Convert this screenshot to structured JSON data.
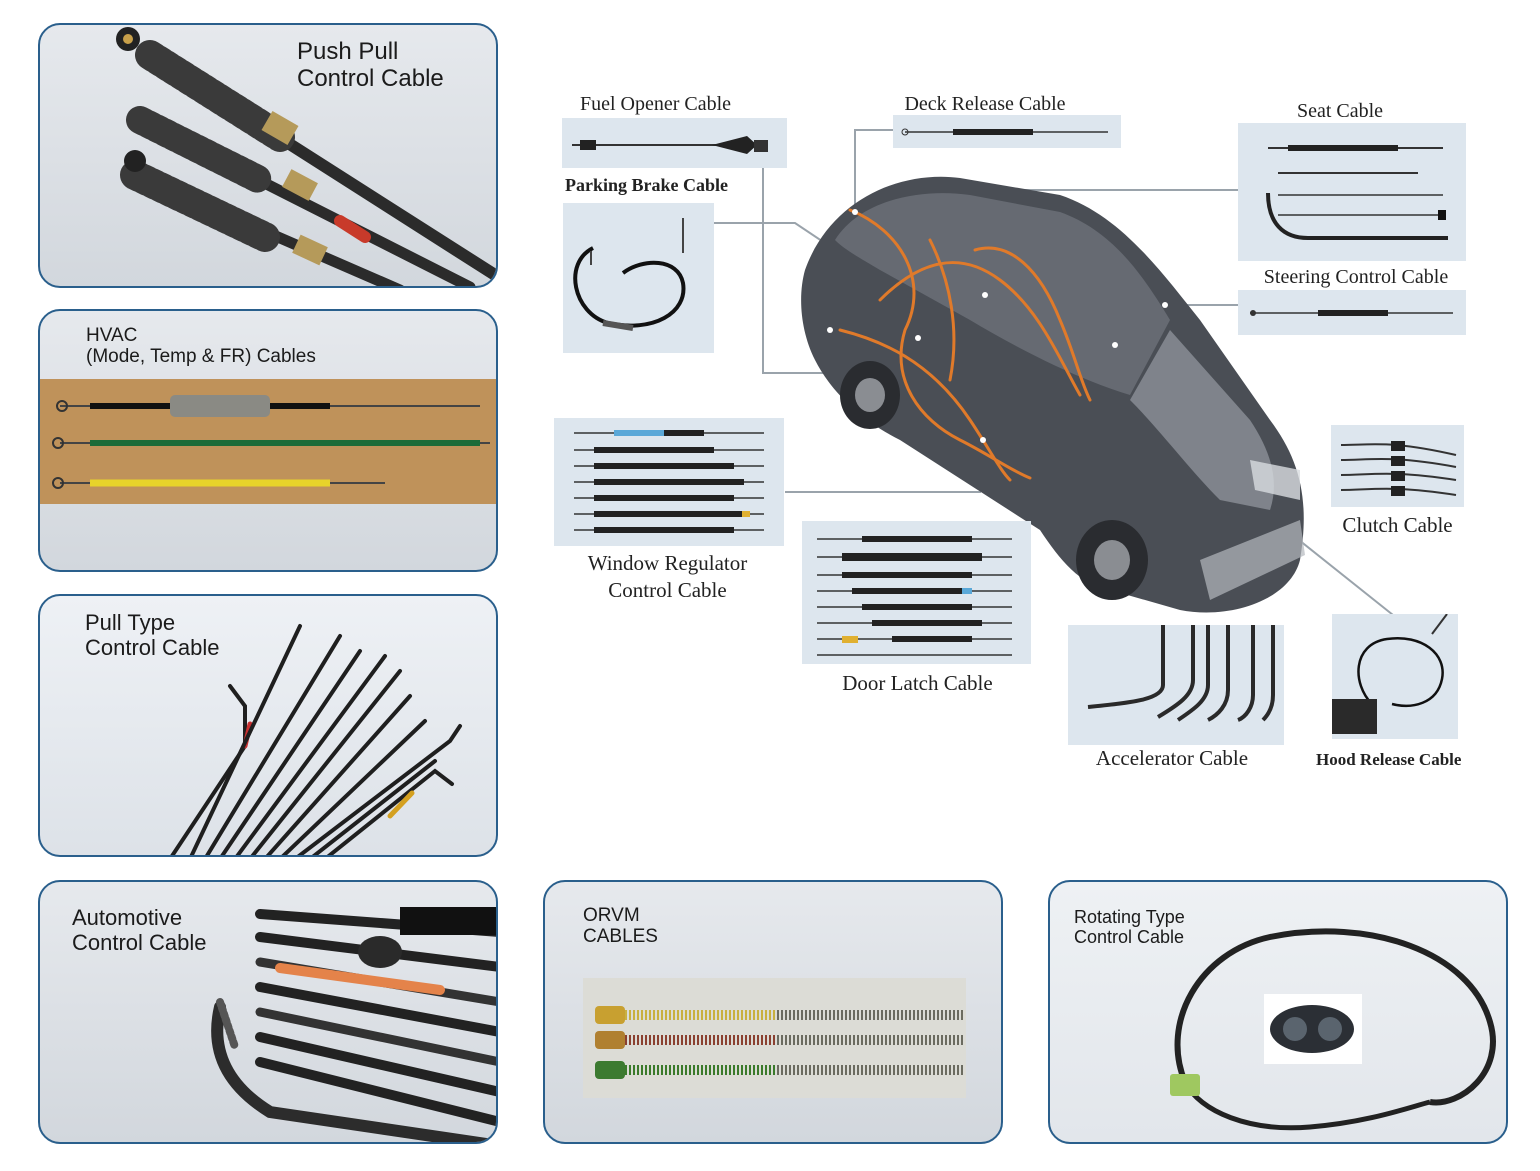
{
  "panels": {
    "push_pull": {
      "title": "Push Pull\nControl Cable"
    },
    "hvac": {
      "title": "HVAC\n(Mode, Temp & FR) Cables"
    },
    "pull_type": {
      "title": "Pull Type\nControl Cable"
    },
    "automotive": {
      "title": "Automotive\nControl Cable"
    },
    "orvm": {
      "title": "ORVM\nCABLES"
    },
    "rotating": {
      "title": "Rotating Type\nControl Cable"
    }
  },
  "diagram": {
    "fuel_opener": "Fuel Opener Cable",
    "parking_brake": "Parking Brake Cable",
    "deck_release": "Deck Release Cable",
    "seat": "Seat Cable",
    "steering_control": "Steering Control Cable",
    "window_regulator": "Window Regulator\nControl Cable",
    "door_latch": "Door Latch Cable",
    "clutch": "Clutch Cable",
    "accelerator": "Accelerator Cable",
    "hood_release": "Hood Release Cable"
  },
  "colors": {
    "panel_border": "#2a5f8c",
    "car_body": "#4a4e55",
    "cable_highlight": "#e07a2a",
    "thumb_bg": "#dde6ee"
  }
}
